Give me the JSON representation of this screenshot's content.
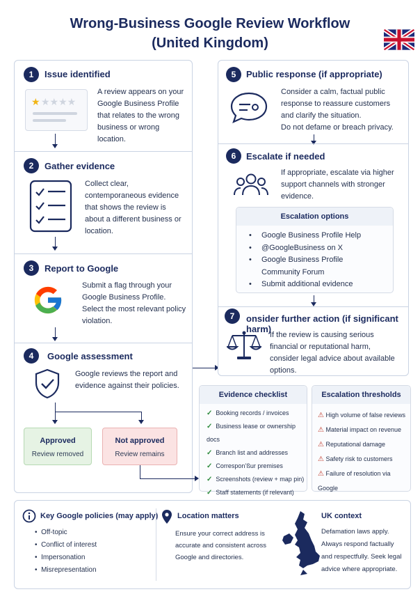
{
  "title_line1": "Wrong-Business Google Review Workflow",
  "title_line2": "(United Kingdom)",
  "steps": [
    {
      "num": "1",
      "title": "Issue identified",
      "text": "A review appears on your Google Business Profile that relates to the wrong business or wrong location.",
      "icon": "star-review-icon"
    },
    {
      "num": "2",
      "title": "Gather evidence",
      "text": "Collect clear, contemporaneous evidence that shows the review is about a different business or location.",
      "icon": "checklist-icon"
    },
    {
      "num": "3",
      "title": "Report to Google",
      "text": "Submit a flag through your Google Business Profile. Select the most relevant policy violation.",
      "icon": "google-logo-icon"
    },
    {
      "num": "4",
      "title": "Google assessment",
      "text": "Google reviews the report and evidence against their policies.",
      "icon": "shield-check-icon"
    },
    {
      "num": "5",
      "title": "Public response (if appropriate)",
      "text": "Consider a calm, factual public response to reassure customers and clarify the situation.",
      "text2": "Do not defame or breach privacy.",
      "icon": "speech-bubble-icon"
    },
    {
      "num": "6",
      "title": "Escalate if needed",
      "text": "If appropriate, escalate via higher support channels with stronger evidence.",
      "icon": "people-icon"
    },
    {
      "num": "7",
      "title": "onsider further action (if significant harm)",
      "text": "If the review is causing serious financial or reputational harm, consider legal advice about available options.",
      "icon": "scales-icon"
    }
  ],
  "outcomes": {
    "approved_title": "Approved",
    "approved_text": "Review removed",
    "not_title": "Not approved",
    "not_text": "Review remains"
  },
  "escalation_options": {
    "title": "Escalation options",
    "items": [
      "Google Business Profile Help",
      "@GoogleBusiness on X",
      "Google Business Profile Community Forum",
      "Submit additional evidence"
    ]
  },
  "evidence_checklist": {
    "title": "Evidence checklist",
    "items": [
      "Booking records / invoices",
      "Business lease or ownership docs",
      "Branch list and addresses",
      "Correspon’ßur premises",
      "Screenshots (review + map pin)",
      "Staff statements (if relevant)"
    ]
  },
  "escalation_thresholds": {
    "title": "Escalation thresholds",
    "items": [
      "High volume of false reviews",
      "Material impact on revenue",
      "Reputational damage",
      "Safety risk to customers",
      "Failure of resolution via Google"
    ]
  },
  "footer": {
    "policies": {
      "title": "Key Google policies (may apply)",
      "items": [
        "Off-topic",
        "Conflict of interest",
        "Impersonation",
        "Misrepresentation"
      ]
    },
    "location": {
      "title": "Location matters",
      "text": "Ensure your correct address is accurate and consistent across Google and directories."
    },
    "uk": {
      "title": "UK context",
      "text": "Defamation laws apply. Always respond factually and respectfully. Seek legal advice where appropriate."
    }
  },
  "colors": {
    "navy": "#1b2a5e",
    "approved_bg": "#e6f3e4",
    "not_bg": "#fbe3e3",
    "check": "#2e8b3e",
    "warn": "#c0392b"
  }
}
